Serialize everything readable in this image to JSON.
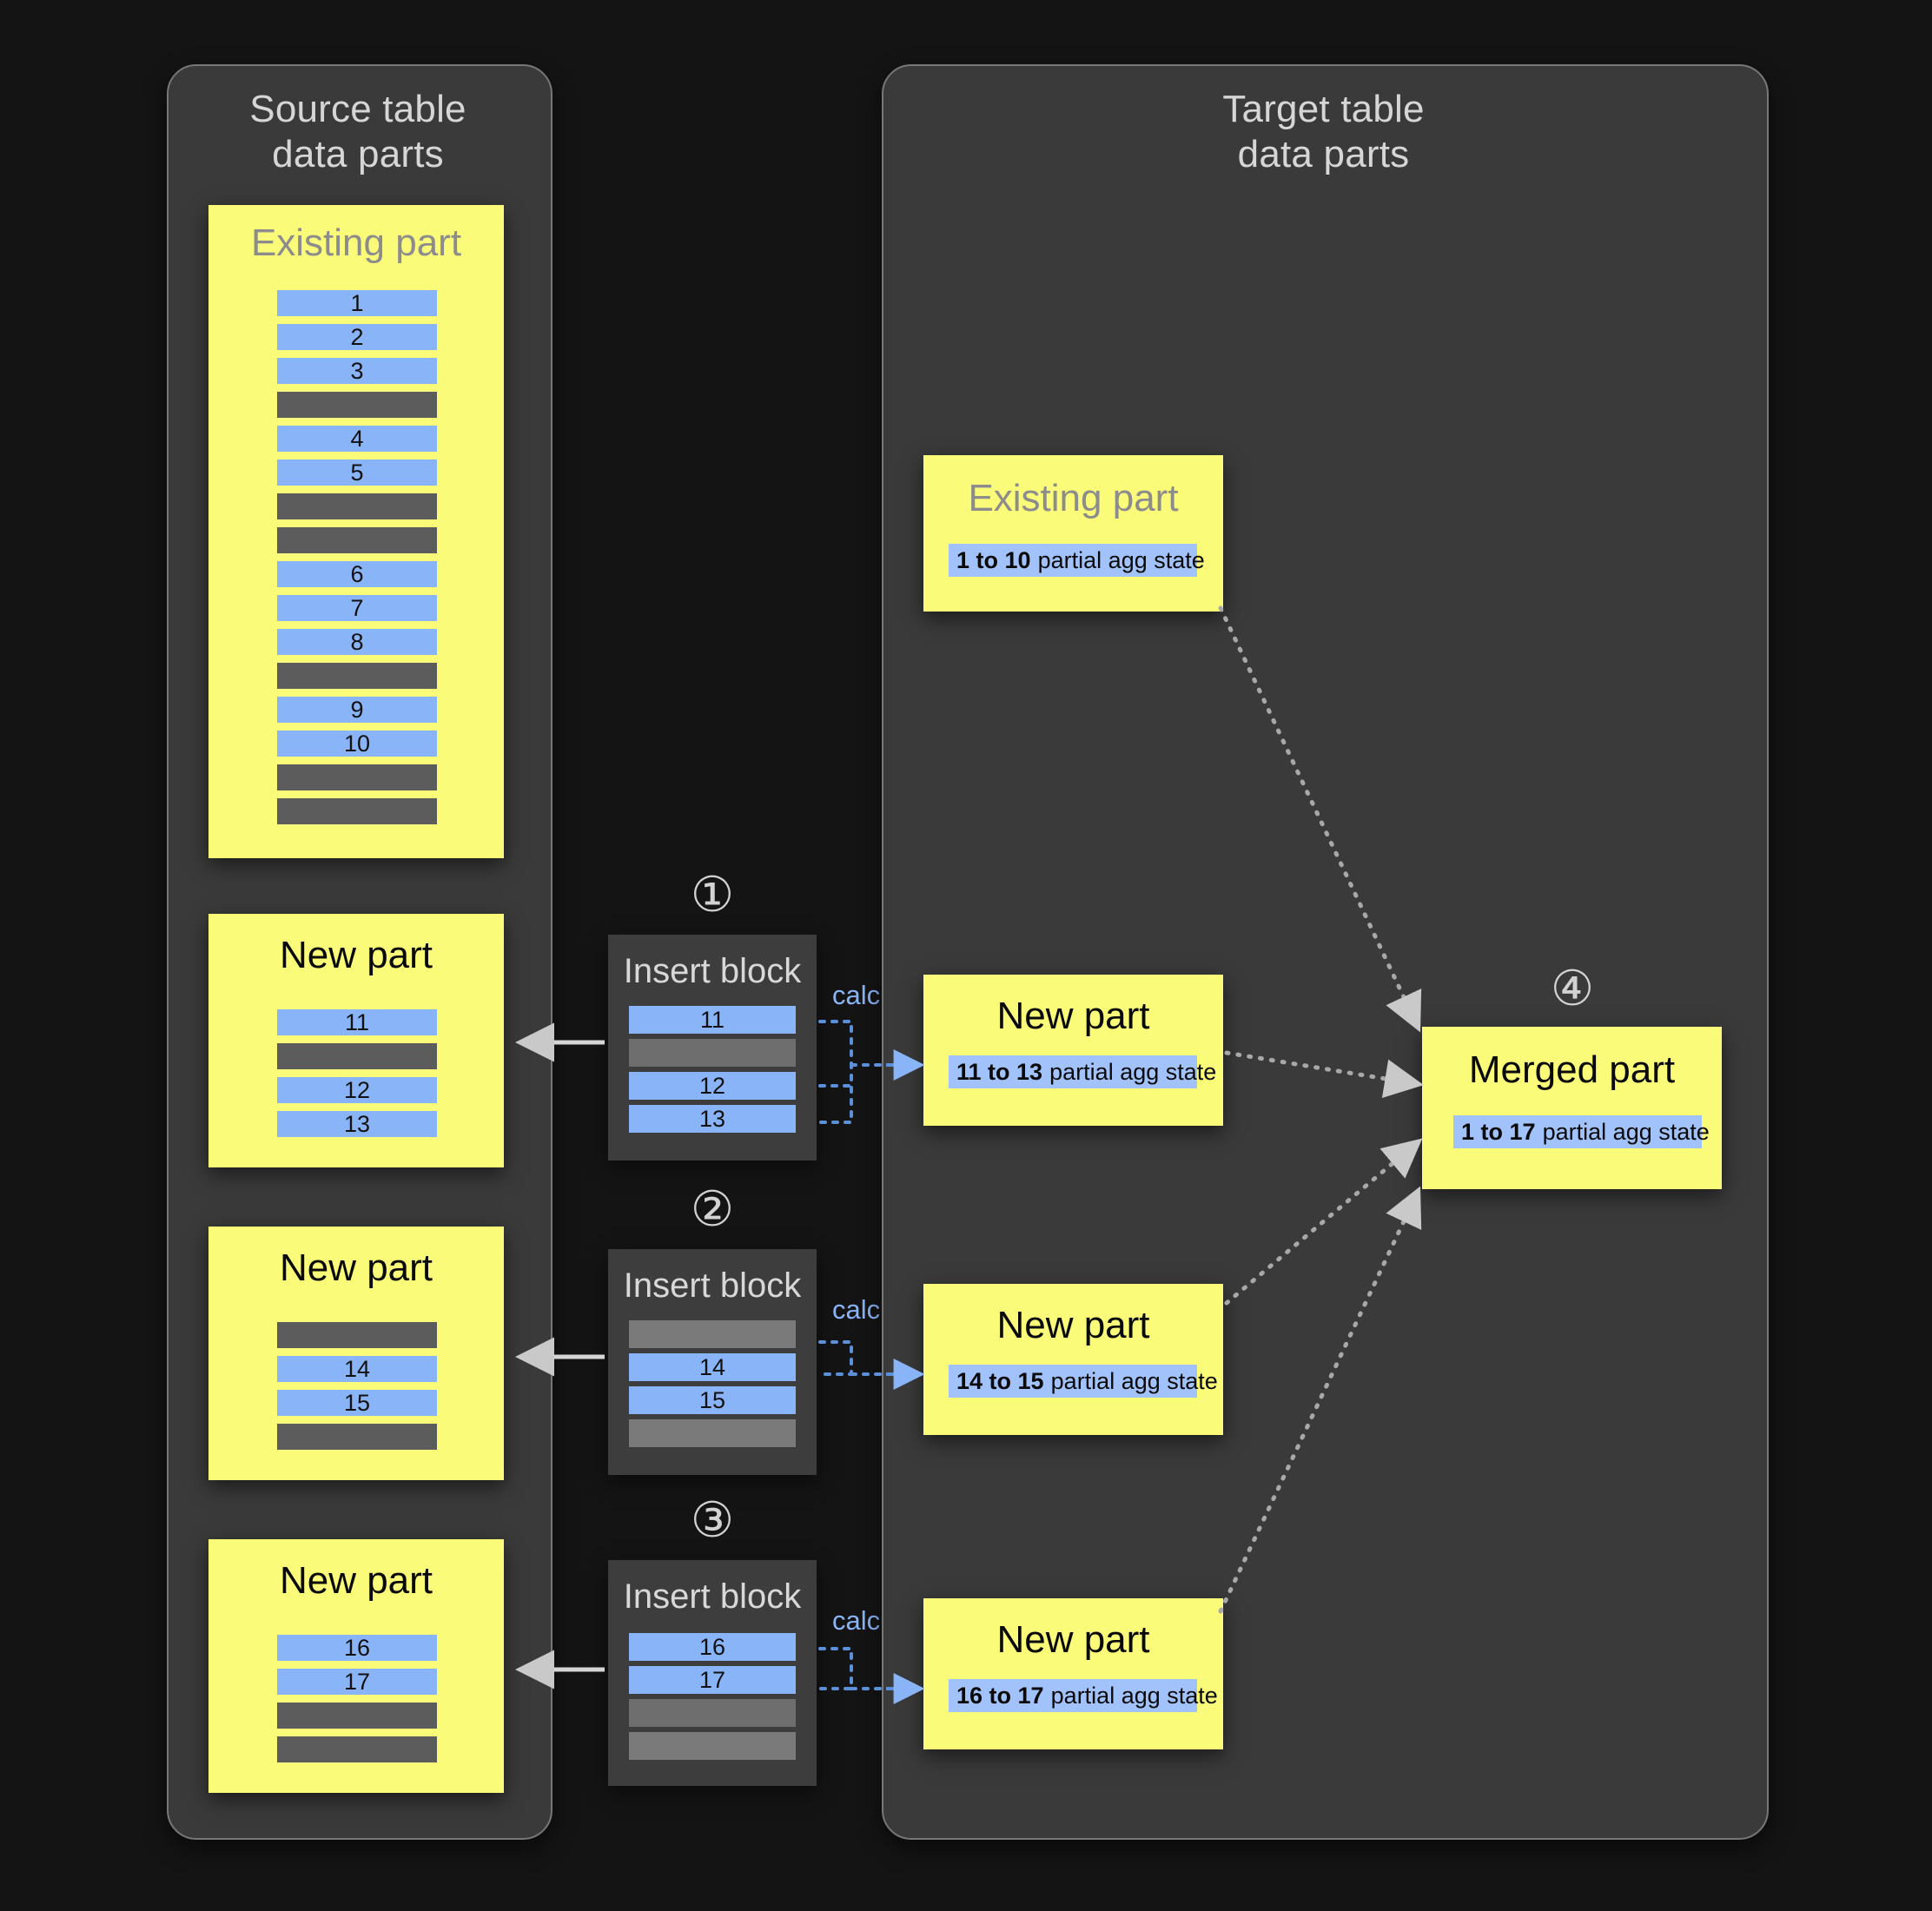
{
  "source_panel": {
    "title": "Source table\ndata parts",
    "existing_part": {
      "title": "Existing part",
      "rows": [
        {
          "v": "1",
          "type": "blue"
        },
        {
          "v": "2",
          "type": "blue"
        },
        {
          "v": "3",
          "type": "blue"
        },
        {
          "v": "",
          "type": "gray"
        },
        {
          "v": "4",
          "type": "blue"
        },
        {
          "v": "5",
          "type": "blue"
        },
        {
          "v": "",
          "type": "gray"
        },
        {
          "v": "",
          "type": "gray"
        },
        {
          "v": "6",
          "type": "blue"
        },
        {
          "v": "7",
          "type": "blue"
        },
        {
          "v": "8",
          "type": "blue"
        },
        {
          "v": "",
          "type": "gray"
        },
        {
          "v": "9",
          "type": "blue"
        },
        {
          "v": "10",
          "type": "blue"
        },
        {
          "v": "",
          "type": "gray"
        },
        {
          "v": "",
          "type": "gray"
        }
      ]
    },
    "new_parts": [
      {
        "title": "New part",
        "rows": [
          {
            "v": "11",
            "type": "blue"
          },
          {
            "v": "",
            "type": "gray"
          },
          {
            "v": "12",
            "type": "blue"
          },
          {
            "v": "13",
            "type": "blue"
          }
        ]
      },
      {
        "title": "New part",
        "rows": [
          {
            "v": "",
            "type": "gray"
          },
          {
            "v": "14",
            "type": "blue"
          },
          {
            "v": "15",
            "type": "blue"
          },
          {
            "v": "",
            "type": "gray"
          }
        ]
      },
      {
        "title": "New part",
        "rows": [
          {
            "v": "16",
            "type": "blue"
          },
          {
            "v": "17",
            "type": "blue"
          },
          {
            "v": "",
            "type": "gray"
          },
          {
            "v": "",
            "type": "gray"
          }
        ]
      }
    ]
  },
  "insert_blocks": [
    {
      "step": "①",
      "title": "Insert block",
      "calc_label": "calc",
      "rows": [
        {
          "v": "11",
          "type": "blue"
        },
        {
          "v": "",
          "type": "gray2"
        },
        {
          "v": "12",
          "type": "blue"
        },
        {
          "v": "13",
          "type": "blue"
        }
      ]
    },
    {
      "step": "②",
      "title": "Insert block",
      "calc_label": "calc",
      "rows": [
        {
          "v": "",
          "type": "gray3"
        },
        {
          "v": "14",
          "type": "blue"
        },
        {
          "v": "15",
          "type": "blue"
        },
        {
          "v": "",
          "type": "gray3"
        }
      ]
    },
    {
      "step": "③",
      "title": "Insert block",
      "calc_label": "calc",
      "rows": [
        {
          "v": "16",
          "type": "blue"
        },
        {
          "v": "17",
          "type": "blue"
        },
        {
          "v": "",
          "type": "gray2"
        },
        {
          "v": "",
          "type": "gray3"
        }
      ]
    }
  ],
  "target_panel": {
    "title": "Target table\ndata parts",
    "existing_part": {
      "title": "Existing part",
      "agg_range": "1 to 10",
      "agg_text": "partial agg state"
    },
    "new_parts": [
      {
        "title": "New part",
        "agg_range": "11 to 13",
        "agg_text": "partial agg state"
      },
      {
        "title": "New part",
        "agg_range": "14 to 15",
        "agg_text": "partial agg state"
      },
      {
        "title": "New part",
        "agg_range": "16 to 17",
        "agg_text": "partial agg state"
      }
    ],
    "merged_part": {
      "step": "④",
      "title": "Merged part",
      "agg_range": "1 to 17",
      "agg_text": "partial agg state"
    }
  },
  "colors": {
    "background": "#141414",
    "panel": "#3a3a3a",
    "panel_border": "#777777",
    "yellow": "#fbfb7a",
    "blue_row": "#8ab4f8",
    "agg_pill": "#a2c2fb",
    "gray_row": "#5c5c5c",
    "insert_block": "#3d3d3d",
    "accent_calc": "#8ab4f8",
    "arrow": "#c9c9c9"
  }
}
